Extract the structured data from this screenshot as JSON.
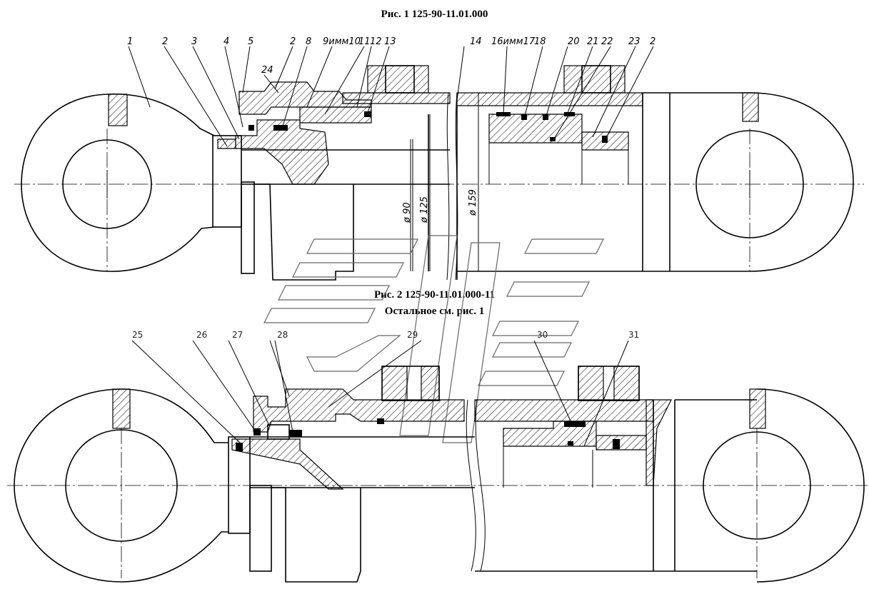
{
  "captions": {
    "fig1": "Рис. 1   125-90-11.01.000",
    "fig2": "Рис. 2   125-90-11.01.000-11",
    "fig2_note": "Остальное см. рис. 1"
  },
  "fig1_labels": [
    "1",
    "2",
    "3",
    "4",
    "5",
    "24",
    "2",
    "8",
    "9имм10",
    "11",
    "12",
    "13",
    "14",
    "16имм17",
    "18",
    "20",
    "21",
    "22",
    "23",
    "2"
  ],
  "fig2_labels": [
    "25",
    "26",
    "27",
    "28",
    "29",
    "30",
    "31"
  ],
  "dimensions": [
    "ø 90",
    "ø 125",
    "ø 159"
  ],
  "colors": {
    "line": "#000000",
    "background": "#ffffff",
    "watermark": "#666666"
  }
}
